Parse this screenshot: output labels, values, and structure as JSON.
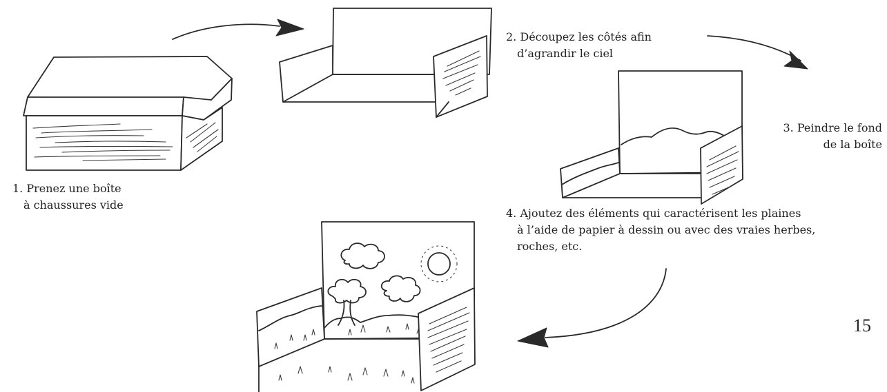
{
  "steps": [
    {
      "number": "1.",
      "lines": [
        "Prenez une boîte",
        "à chaussures vide"
      ]
    },
    {
      "number": "2.",
      "lines": [
        "Découpez les côtés afin",
        "d’agrandir le ciel"
      ]
    },
    {
      "number": "3.",
      "lines": [
        "Peindre le fond",
        "de la boîte"
      ]
    },
    {
      "number": "4.",
      "lines": [
        "Ajoutez des éléments qui caractérisent les plaines",
        "à l’aide de papier à dessin ou avec des vraies herbes,",
        "roches, etc."
      ]
    }
  ],
  "page_number": "15"
}
